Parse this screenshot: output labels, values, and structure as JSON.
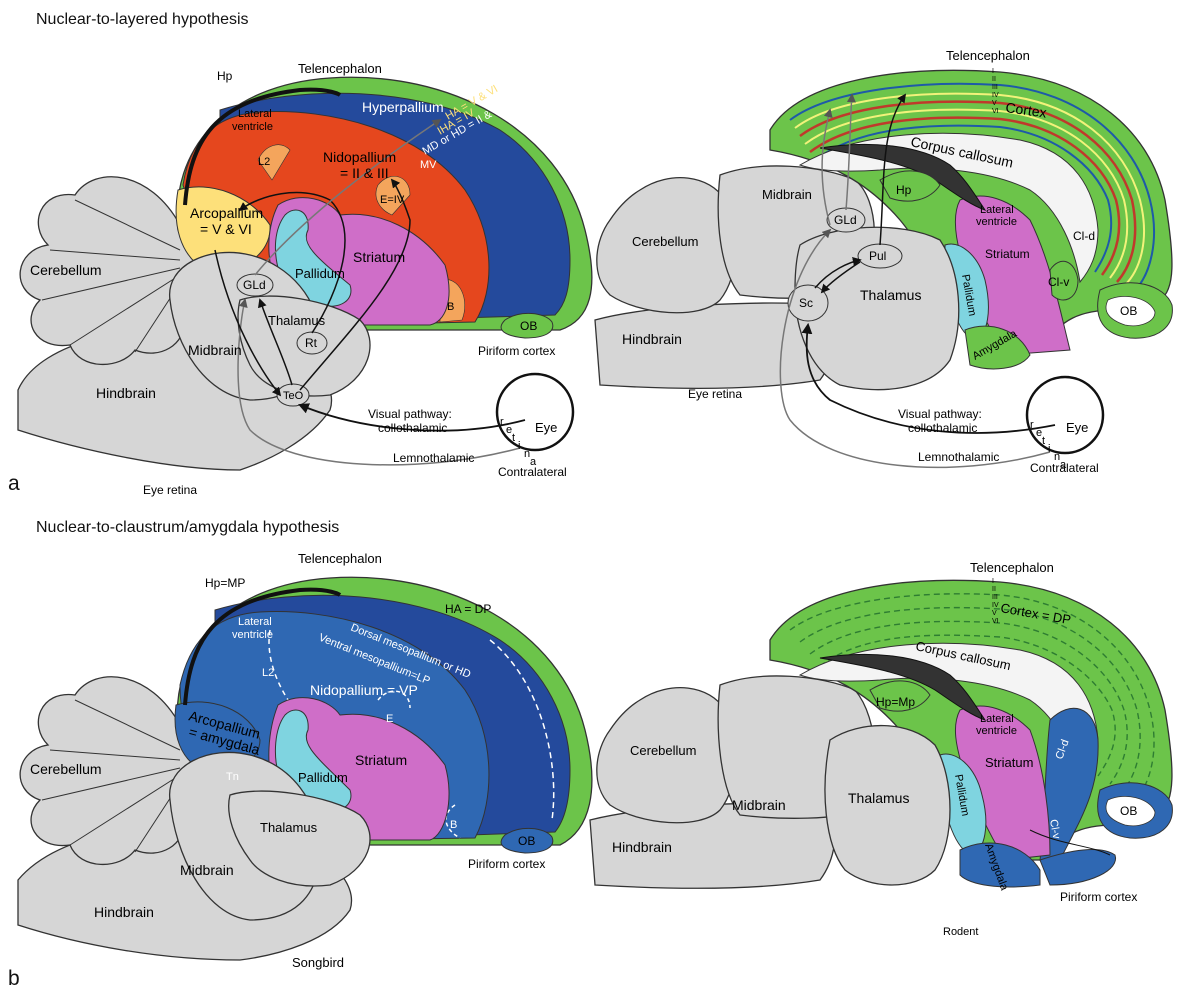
{
  "colors": {
    "green": "#6cc44a",
    "gray": "#d6d6d6",
    "red": "#e5471e",
    "navy": "#244a9c",
    "blue": "#2f68b3",
    "yellow": "#fde07a",
    "pink": "#cf6ec8",
    "cyan": "#7fd4e0",
    "orange": "#f4a55c",
    "stroke": "#333333"
  },
  "panel_a": {
    "letter": "a",
    "title": "Nuclear-to-layered hypothesis",
    "bird": {
      "telencephalon": "Telencephalon",
      "hp": "Hp",
      "lateral_ventricle_1": "Lateral",
      "lateral_ventricle_2": "ventricle",
      "hyperpallium": "Hyperpallium",
      "ha_label": "HA = V & VI",
      "iha_label": "IHA = IV",
      "md_label": "MD or HD = II & III",
      "mv_label": "MV",
      "nidopallium_1": "Nidopallium",
      "nidopallium_2": "= II & III",
      "l2": "L2",
      "e_label": "E=IV",
      "arcopallium_1": "Arcopallium",
      "arcopallium_2": "= V & VI",
      "striatum": "Striatum",
      "pallidum": "Pallidum",
      "b_label": "B",
      "gld": "GLd",
      "thalamus": "Thalamus",
      "rt": "Rt",
      "teo": "TeO",
      "cerebellum": "Cerebellum",
      "midbrain": "Midbrain",
      "hindbrain": "Hindbrain",
      "ob": "OB",
      "piriform": "Piriform cortex",
      "visual_pathway_1": "Visual pathway:",
      "visual_pathway_2": "collothalamic",
      "lemnothalamic": "Lemnothalamic",
      "contralateral": "Contralateral",
      "eye": "Eye",
      "retina_letters": [
        "r",
        "e",
        "t",
        "i",
        "n",
        "a"
      ],
      "eye_retina": "Eye retina"
    },
    "mammal": {
      "telencephalon": "Telencephalon",
      "cortex": "Cortex",
      "layer_numbers": [
        "I",
        "II",
        "III",
        "IV",
        "V",
        "VI"
      ],
      "corpus_callosum": "Corpus callosum",
      "hp": "Hp",
      "gld": "GLd",
      "lateral_ventricle_1": "Lateral",
      "lateral_ventricle_2": "ventricle",
      "cl_d": "Cl-d",
      "cl_v": "Cl-v",
      "striatum": "Striatum",
      "pallidum": "Pallidum",
      "amygdala": "Amygdala",
      "pul": "Pul",
      "sc": "Sc",
      "thalamus": "Thalamus",
      "cerebellum": "Cerebellum",
      "midbrain": "Midbrain",
      "hindbrain": "Hindbrain",
      "ob": "OB",
      "eye_retina": "Eye retina",
      "visual_pathway_1": "Visual pathway:",
      "visual_pathway_2": "collothalamic",
      "lemnothalamic": "Lemnothalamic",
      "contralateral": "Contralateral",
      "eye": "Eye",
      "retina_letters": [
        "r",
        "e",
        "t",
        "i",
        "n",
        "a"
      ]
    }
  },
  "panel_b": {
    "letter": "b",
    "title": "Nuclear-to-claustrum/amygdala hypothesis",
    "bird": {
      "telencephalon": "Telencephalon",
      "hp_mp": "Hp=MP",
      "ha_dp": "HA = DP",
      "lateral_ventricle_1": "Lateral",
      "lateral_ventricle_2": "ventricle",
      "dorsal_meso": "Dorsal mesopallium or HD",
      "ventral_meso": "Ventral mesopallium=LP",
      "nidopallium": "Nidopallium = VP",
      "l2": "L2",
      "e_label": "E",
      "arcopallium_1": "Arcopallium",
      "arcopallium_2": "= amygdala",
      "tn": "Tn",
      "striatum": "Striatum",
      "pallidum": "Pallidum",
      "b_label": "B",
      "thalamus": "Thalamus",
      "cerebellum": "Cerebellum",
      "midbrain": "Midbrain",
      "hindbrain": "Hindbrain",
      "ob": "OB",
      "piriform": "Piriform cortex",
      "caption": "Songbird"
    },
    "mammal": {
      "telencephalon": "Telencephalon",
      "cortex_dp": "Cortex = DP",
      "layer_numbers": [
        "I",
        "II",
        "III",
        "IV",
        "V",
        "VI"
      ],
      "corpus_callosum": "Corpus callosum",
      "hp_mp": "Hp=Mp",
      "lateral_ventricle_1": "Lateral",
      "lateral_ventricle_2": "ventricle",
      "striatum": "Striatum",
      "pallidum": "Pallidum",
      "amygdala": "Amygdala",
      "cl_d": "Cl-d",
      "cl_v": "Cl-v",
      "thalamus": "Thalamus",
      "midbrain": "Midbrain",
      "cerebellum": "Cerebellum",
      "hindbrain": "Hindbrain",
      "ob": "OB",
      "piriform": "Piriform cortex",
      "caption": "Rodent"
    }
  }
}
